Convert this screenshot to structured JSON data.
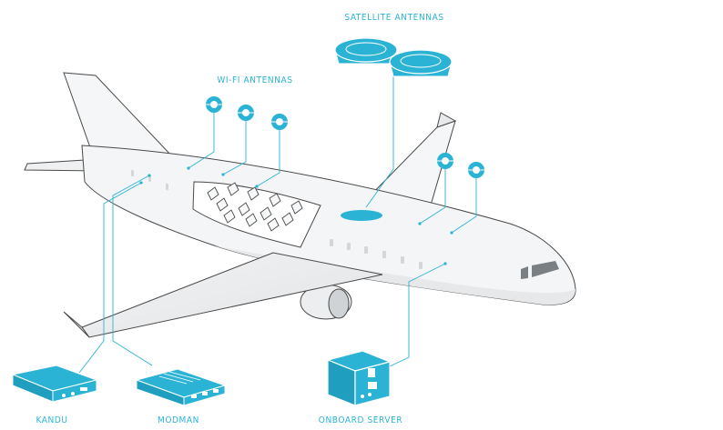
{
  "labels": {
    "satellite_antennas": "SATELLITE ANTENNAS",
    "wifi_antennas": "WI-FI ANTENNAS",
    "kandu": "KANDU",
    "modman": "MODMAN",
    "onboard_server": "ONBOARD SERVER"
  },
  "colors": {
    "accent": "#2bb3d6",
    "outline": "#4a4a4a",
    "fill_light": "#f3f4f5"
  }
}
